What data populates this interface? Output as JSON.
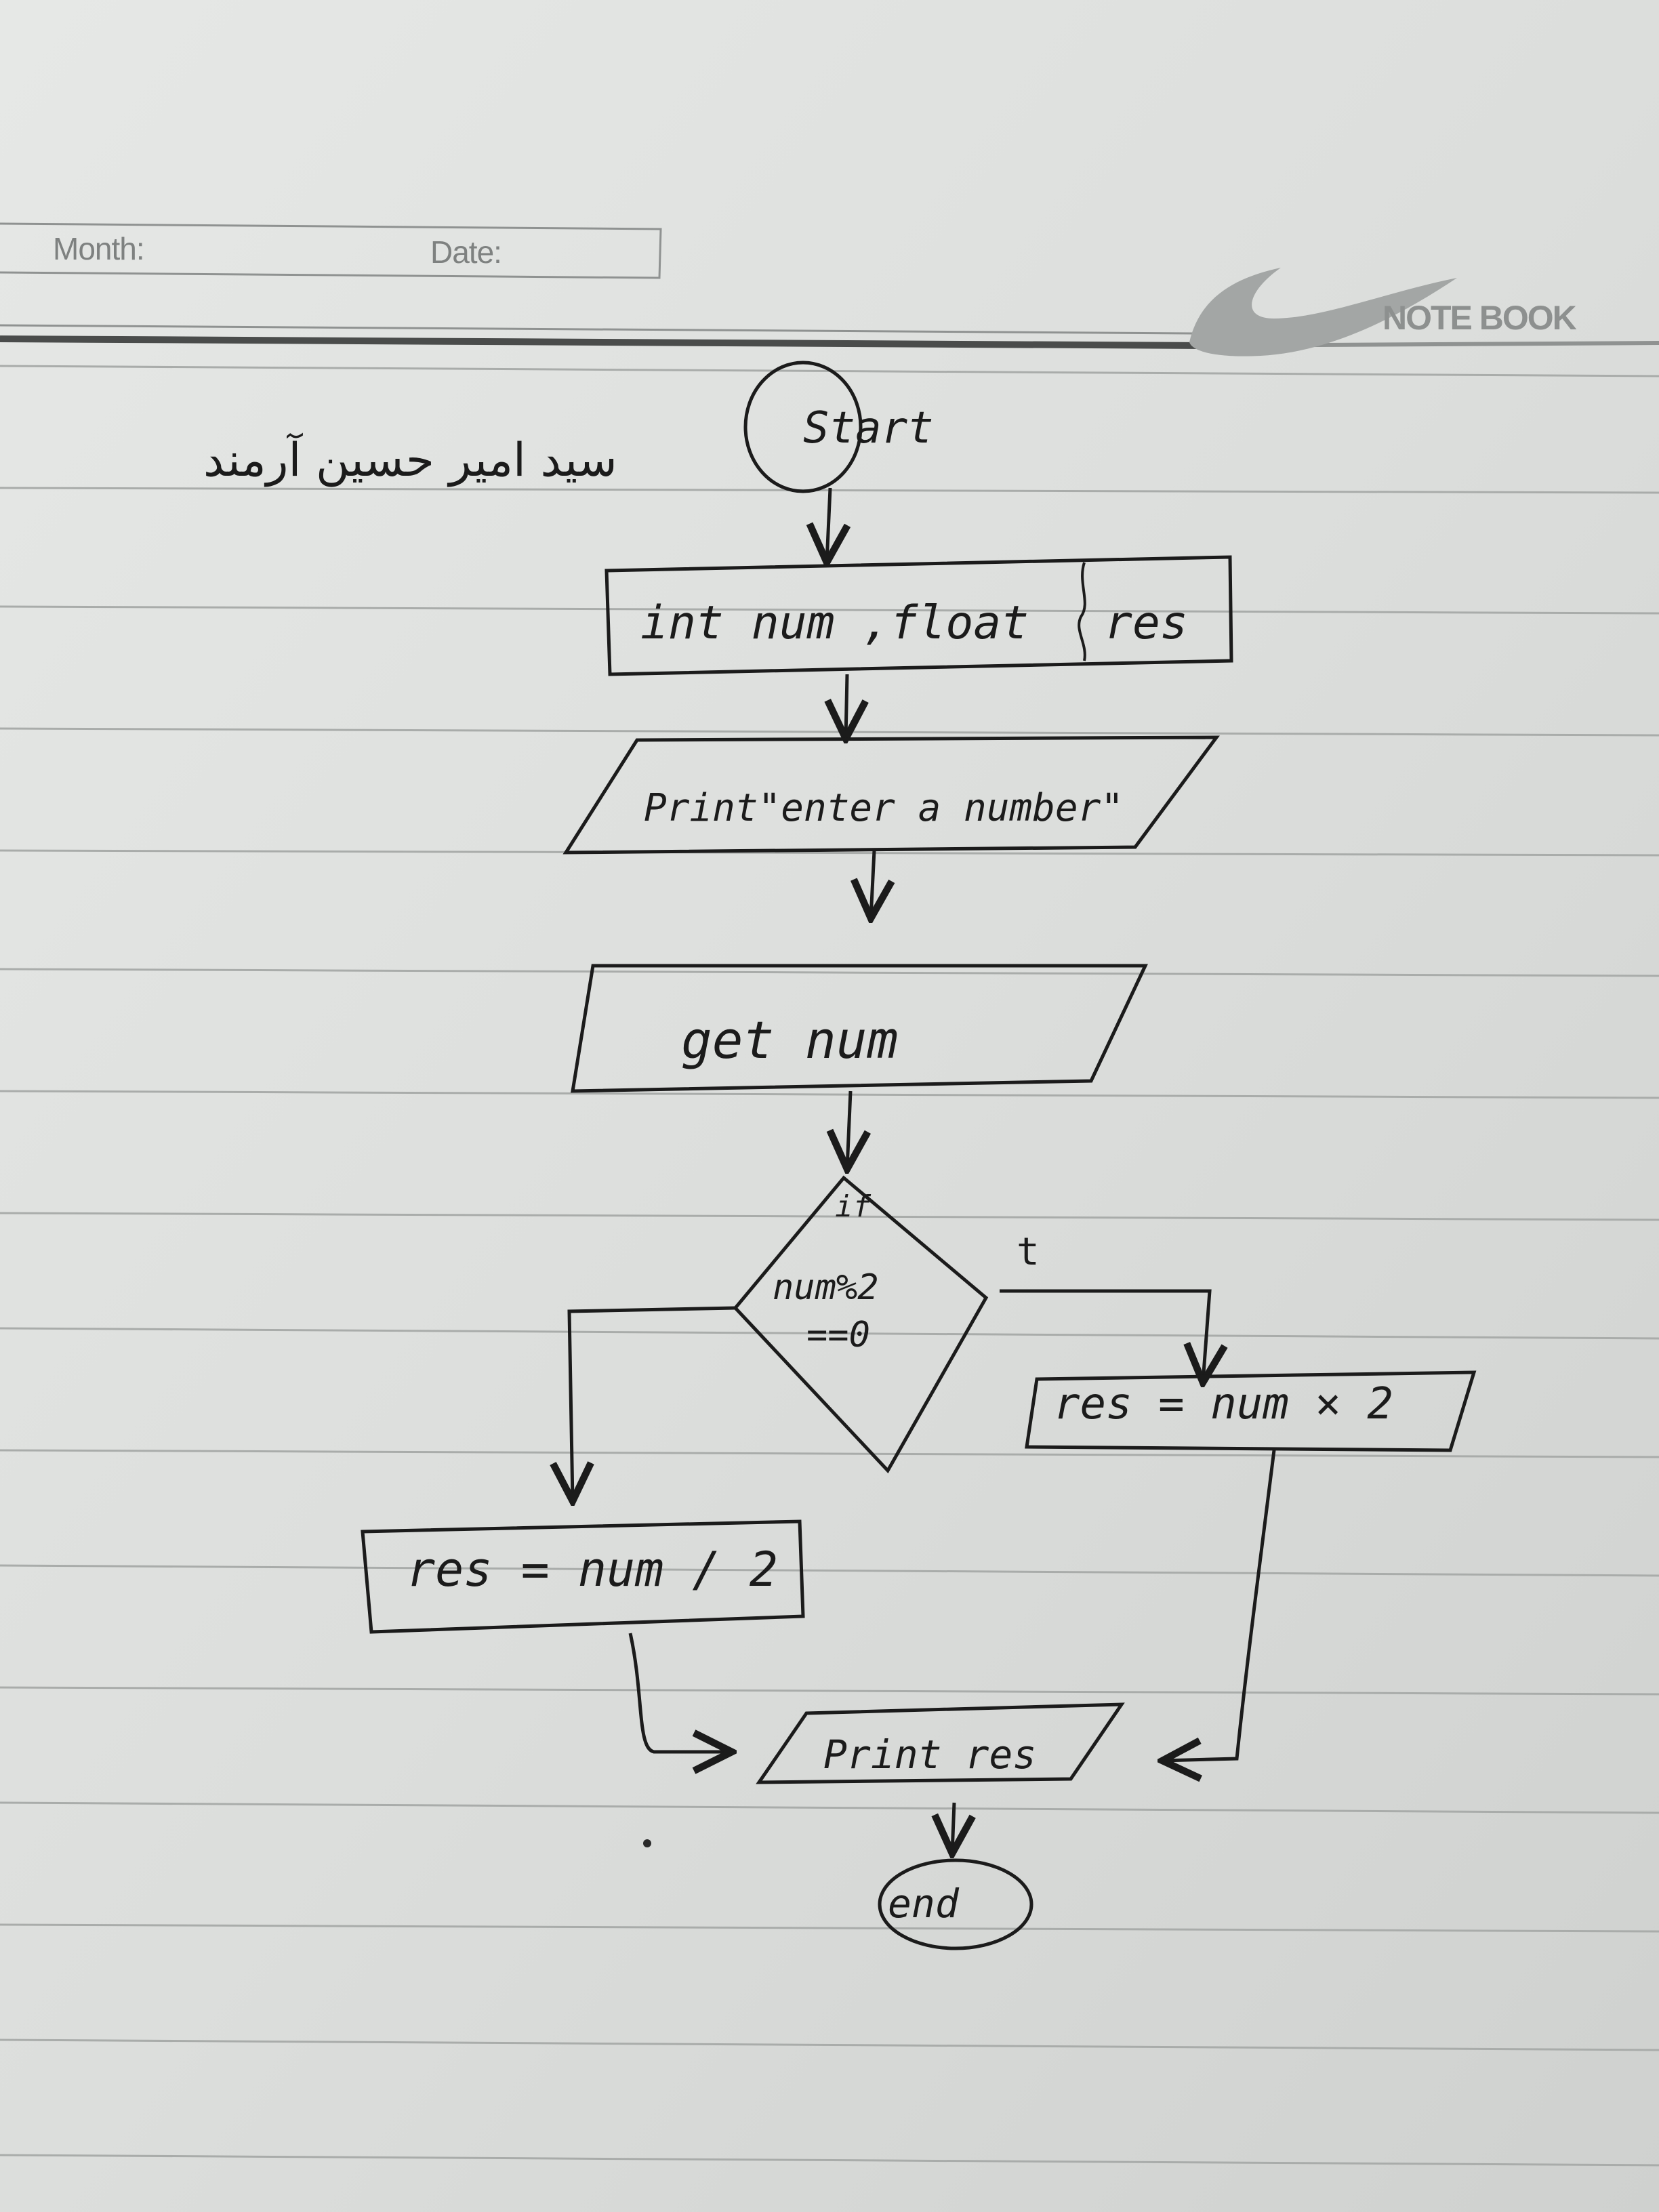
{
  "header": {
    "month_label": "Month:",
    "date_label": "Date:",
    "brand": "NOTE BOOK"
  },
  "author_name": "سید امیر حسین آرمند",
  "flowchart": {
    "start": "Start",
    "declare_left": "int num ,float",
    "declare_right": "res",
    "print_prompt": "Print\"enter a number\"",
    "input": "get num",
    "decision_if": "if",
    "decision_line1": "num%2",
    "decision_line2": "==0",
    "true_label": "t",
    "true_process": "res = num × 2",
    "false_process": "res = num / 2",
    "output": "Print res",
    "end": "end"
  }
}
